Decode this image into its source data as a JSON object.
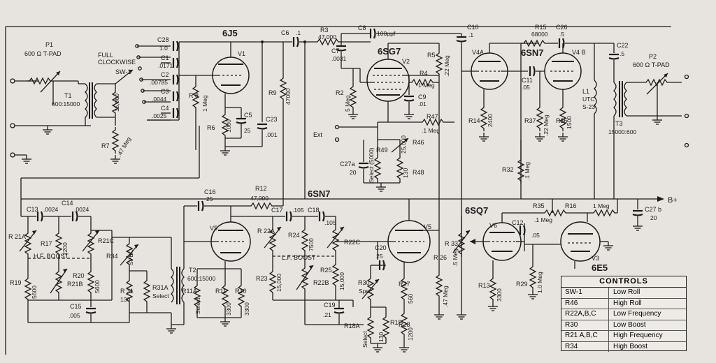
{
  "tubes": {
    "v1_type": "6J5",
    "v1": "V1",
    "v2_type": "6SG7",
    "v2": "V2",
    "v4_type": "6SN7",
    "v4a": "V4A",
    "v4b": "V4 B",
    "v5_type": "6SN7",
    "v5a": "V5",
    "v5b": "V5",
    "v6_type": "6SQ7",
    "v6": "V6",
    "v3": "V3",
    "v3_type": "6E5"
  },
  "input": {
    "p1": "P1",
    "pad": "600 Ω  T-PAD",
    "t1": "T1",
    "t1_ratio": "600:15000",
    "full": "FULL",
    "clockwise": "CLOCKWISE",
    "sw1": "SW-1"
  },
  "caps": {
    "c28": "C28",
    "c28v": "1.0",
    "c1": "C1",
    "c1v": ".0171",
    "c2": "C2",
    "c2v": ".00785",
    "c3": "C3",
    "c3v": ".0044",
    "c4": "C4",
    "c4v": ".0025",
    "c5": "C5",
    "c5v": "25",
    "c23": "C23",
    "c23v": ".001",
    "c6": "C6",
    "c6v": ".1",
    "c7": "C7",
    "c7v": ".0031",
    "c8": "C8",
    "c8v": "100μμf",
    "c9": "C9",
    "c9v": ".01",
    "c10": "C10",
    "c10v": ".1",
    "c11": "C11",
    "c11v": ".05",
    "c26": "C26",
    "c26v": ".5",
    "c22": "C22",
    "c22v": ".5",
    "c27a": "C27a",
    "c27av": "20",
    "c13": "C13",
    "c13v": ".0024",
    "c14": "C14",
    "c14v": ".0024",
    "c15": "C15",
    "c15v": ".005",
    "c16": "C16",
    "c16v": "25",
    "c17": "C17",
    "c17v": ".105",
    "c18": "C18",
    "c18v": ".105",
    "c19": "C19",
    "c19v": ".21",
    "c20": "C20",
    "c20v": "25",
    "c12": "C12",
    "c12v": ".05",
    "c27b": "C27 b",
    "c27bv": "20"
  },
  "res": {
    "r8": "R 8",
    "r8v": "1 Meg",
    "r6": "R6",
    "r6v": "1000",
    "r7": "R7",
    "r7v": ".47 Meg",
    "t1_sec": "15,000",
    "r9": "R9",
    "r9v": "47000",
    "r3": "R3",
    "r3v": "47,000",
    "r2": "R2",
    "r2v": "5 Meg",
    "r4": "R4",
    "r4v": "1 Meg",
    "r5": "R5",
    "r5v": ".22 Meg",
    "r47": "R47",
    "r47v": ".1 Meg",
    "ext": "Ext",
    "r49": "R49",
    "r49v": "Select (5000)",
    "r46": "R46",
    "r46v": "25,000",
    "r48": "R48",
    "r48v": "130",
    "r14": "R14",
    "r14v": "2400",
    "r15": "R15",
    "r15v": "68000",
    "r37": "R37",
    "r37v": ".22 Meg",
    "r36": "R36",
    "r36v": "1500",
    "l1": "L1",
    "l1a": "UTC",
    "l1b": "S-23",
    "r32": "R32",
    "r32v": ".1 Meg",
    "p2": "P2",
    "p2pad": "600 Ω  T-PAD",
    "t3": "T3",
    "t3_ratio": "15000:600",
    "r12": "R12",
    "r12v": "47,000",
    "r21a": "R 21A",
    "r17": "R17",
    "r17v": "2200",
    "r21c": "R21C",
    "hf_boost": "H.F. BOOST",
    "r19": "R19",
    "r19v": "5600",
    "r21b": "R21B",
    "r20": "R20",
    "r20v": "5600",
    "r34": "R34",
    "spec": "SPEC",
    "r31": "R 31",
    "r31v": "130",
    "r31a": "R31A",
    "r31a_sel": "Select",
    "t2": "T2",
    "t2_ratio": "600:15000",
    "r11a": "R11A",
    "r11a_sel": "Select",
    "r11": "R11",
    "r11v": "3300",
    "r10": "R10",
    "r10v": "3300",
    "r22a": "R 22A",
    "r24": "R24",
    "r24v": "7500",
    "r22c": "R22C",
    "lf_boost": "L.F. BOOST",
    "r23": "R23",
    "r23v": "15,000",
    "r22b": "R22B",
    "r25": "R25",
    "r25v": "15,000",
    "r30": "R30",
    "r30_spec": "Spec",
    "r18a": "R18A",
    "r18a_sel": "Select",
    "r18": "R18",
    "r18v": "130",
    "r27": "R27",
    "r27v": "560",
    "r28": "R28",
    "r28v": "1200",
    "r26": "R 26",
    "r26v": ".47 Meg",
    "r33": "R 33",
    "r33v": ".5 Meg",
    "r13": "R13",
    "r13v": "3300",
    "r29": "R29",
    "r29v": "1.0 Meg",
    "r35": "R35",
    "r35v": ".1 Meg",
    "r16": "R16",
    "r16v": "1 Meg"
  },
  "supply": {
    "bplus": "B+"
  },
  "controls": {
    "title": "CONTROLS",
    "rows": [
      {
        "ref": "SW-1",
        "fn": "Low Roll"
      },
      {
        "ref": "R46",
        "fn": "High Roll"
      },
      {
        "ref": "R22A,B,C",
        "fn": "Low Frequency"
      },
      {
        "ref": "R30",
        "fn": "Low Boost"
      },
      {
        "ref": "R21 A,B,C",
        "fn": "High Frequency"
      },
      {
        "ref": "R34",
        "fn": "High Boost"
      }
    ]
  }
}
